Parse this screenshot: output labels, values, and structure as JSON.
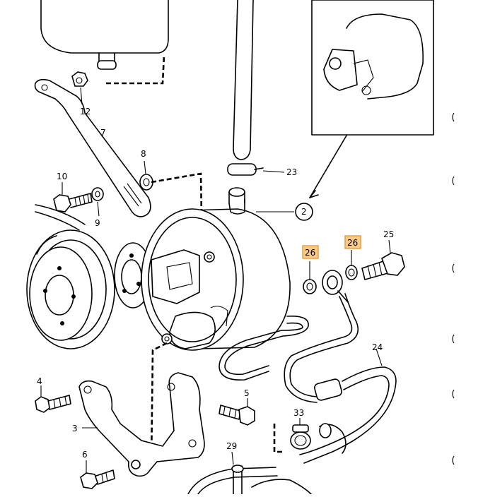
{
  "callouts": [
    {
      "id": "c12",
      "label": "12"
    },
    {
      "id": "c7",
      "label": "7"
    },
    {
      "id": "c8",
      "label": "8"
    },
    {
      "id": "c10",
      "label": "10"
    },
    {
      "id": "c9",
      "label": "9"
    },
    {
      "id": "c23",
      "label": "23"
    },
    {
      "id": "c2",
      "label": "2"
    },
    {
      "id": "c26a",
      "label": "26",
      "highlight": true
    },
    {
      "id": "c26b",
      "label": "26",
      "highlight": true
    },
    {
      "id": "c25",
      "label": "25"
    },
    {
      "id": "c24",
      "label": "24"
    },
    {
      "id": "c4",
      "label": "4"
    },
    {
      "id": "c5",
      "label": "5"
    },
    {
      "id": "c3",
      "label": "3"
    },
    {
      "id": "c33",
      "label": "33"
    },
    {
      "id": "c29",
      "label": "29"
    },
    {
      "id": "c6",
      "label": "6"
    }
  ],
  "colors": {
    "highlight_fill": "#f9c98a",
    "highlight_stroke": "#e59a3a",
    "line": "#000000"
  }
}
